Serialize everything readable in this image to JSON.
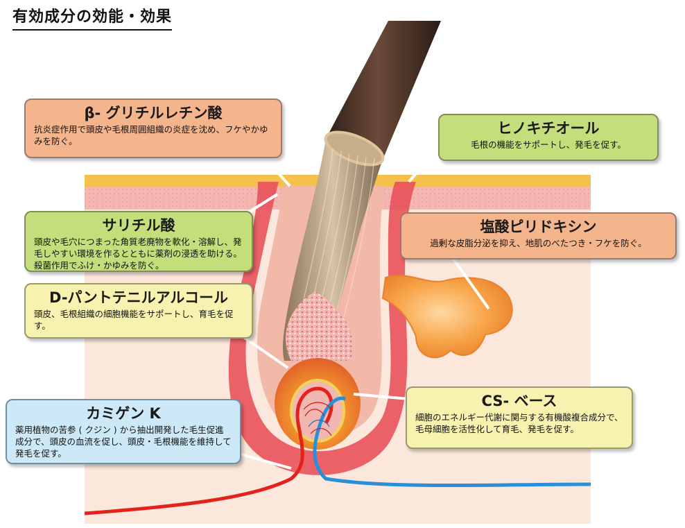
{
  "page": {
    "title": "有効成分の効能・効果"
  },
  "callouts": {
    "beta_glycyrrhetinic": {
      "title": "β- グリチルレチン酸",
      "body": "抗炎症作用で頭皮や毛根周囲組織の炎症を沈め、フケやかゆみを防ぐ。",
      "color": "#f4b48c"
    },
    "hinokitiol": {
      "title": "ヒノキチオール",
      "body": "毛根の機能をサポートし、発毛を促す。",
      "color": "#c3de7a"
    },
    "salicylic": {
      "title": "サリチル酸",
      "body": "頭皮や毛穴につまった角質老廃物を軟化・溶解し、発毛しやすい環境を作るとともに薬剤の浸透を助ける。殺菌作用でふけ・かゆみを防ぐ。",
      "color": "#c3de7a"
    },
    "pyridoxine": {
      "title": "塩酸ピリドキシン",
      "body": "過剰な皮脂分泌を抑え、地肌のべたつき・フケを防ぐ。",
      "color": "#f4b48c"
    },
    "panthenol": {
      "title": "D-パントテニルアルコール",
      "body": "頭皮、毛根組織の細胞機能をサポートし、育毛を促す。",
      "color": "#f7f2b0"
    },
    "cs_base": {
      "title": "CS- ベース",
      "body": "細胞のエネルギー代謝に関与する有機酸複合成分で、毛母細胞を活性化して育毛、発毛を促す。",
      "color": "#f7f2b0"
    },
    "kamigen": {
      "title": "カミゲン K",
      "body": "薬用植物の苦参 ( クジン ) から抽出開発した毛生促進成分で、頭皮の血流を促し、頭皮・毛根機能を維持して発毛を促す。",
      "color": "#cde9f7"
    }
  },
  "colors": {
    "skin_surface": "#f4c24a",
    "epidermis": "#f2a9a9",
    "dermis": "#fbe7dc",
    "hair_shaft": "#4a3328",
    "hair_inner": "#b9a186",
    "papilla": "#e86a6a",
    "artery": "#e3221c",
    "vein": "#2a8fd6",
    "sebaceous_gland": "#f59a3c"
  }
}
